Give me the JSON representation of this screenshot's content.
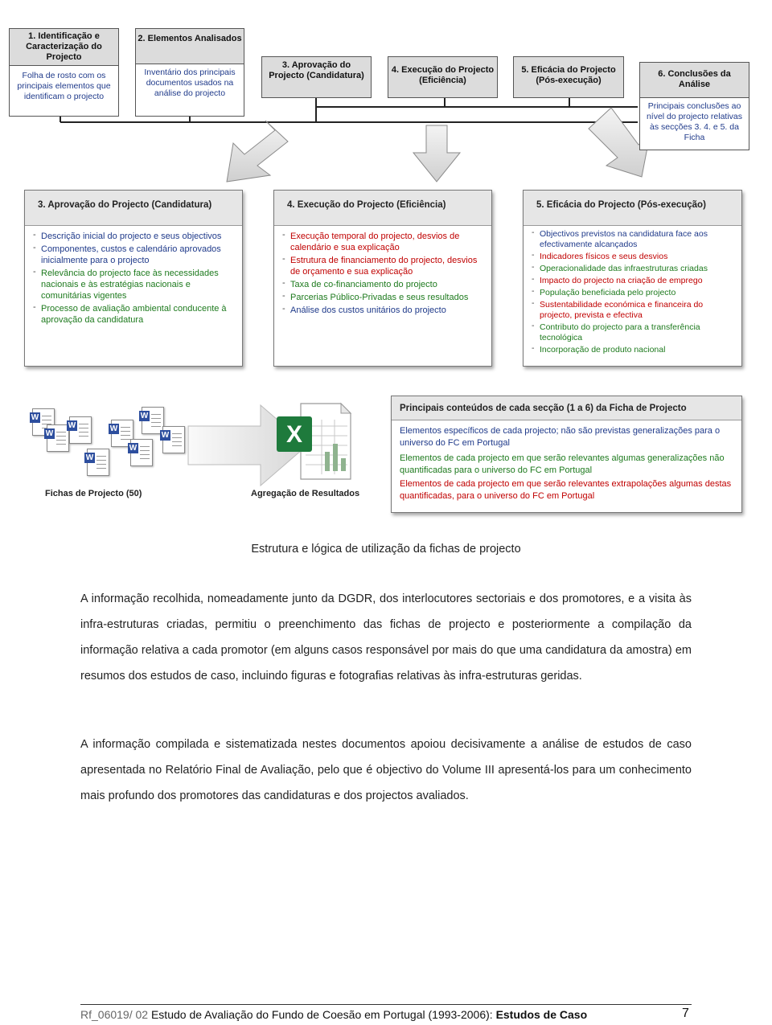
{
  "diagram": {
    "top_boxes": [
      {
        "title": "1. Identificação e Caracterização do Projecto",
        "body": "Folha de rosto com os principais elementos que identificam o projecto"
      },
      {
        "title": "2. Elementos Analisados",
        "body": "Inventário dos principais documentos usados na análise do projecto"
      },
      {
        "title": "3. Aprovação do Projecto (Candidatura)"
      },
      {
        "title": "4. Execução do Projecto (Eficiência)"
      },
      {
        "title": "5. Eficácia do Projecto (Pós-execução)"
      },
      {
        "title": "6. Conclusões da Análise",
        "body": "Principais conclusões ao nível do projecto relativas às secções 3. 4. e 5. da Ficha"
      }
    ],
    "detail_boxes": [
      {
        "title": "3. Aprovação do Projecto (Candidatura)",
        "items": [
          {
            "text": "Descrição inicial do projecto e seus objectivos",
            "color": "blue"
          },
          {
            "text": "Componentes, custos e calendário aprovados inicialmente para o projecto",
            "color": "blue"
          },
          {
            "text": "Relevância do projecto face às necessidades nacionais e às estratégias nacionais e comunitárias vigentes",
            "color": "green"
          },
          {
            "text": "Processo de avaliação ambiental conducente à aprovação da candidatura",
            "color": "green"
          }
        ]
      },
      {
        "title": "4. Execução do Projecto (Eficiência)",
        "items": [
          {
            "text": "Execução temporal do projecto, desvios de calendário e sua explicação",
            "color": "red"
          },
          {
            "text": "Estrutura de financiamento do projecto, desvios de orçamento e sua explicação",
            "color": "red"
          },
          {
            "text": "Taxa de co-financiamento do projecto",
            "color": "green"
          },
          {
            "text": "Parcerias Público-Privadas e seus resultados",
            "color": "green"
          },
          {
            "text": "Análise dos custos unitários do projecto",
            "color": "blue"
          }
        ]
      },
      {
        "title": "5. Eficácia do Projecto (Pós-execução)",
        "items": [
          {
            "text": "Objectivos previstos na candidatura face aos efectivamente alcançados",
            "color": "blue"
          },
          {
            "text": "Indicadores físicos e seus desvios",
            "color": "red"
          },
          {
            "text": "Operacionalidade das infraestruturas criadas",
            "color": "green"
          },
          {
            "text": "Impacto do projecto na criação de emprego",
            "color": "red"
          },
          {
            "text": "População beneficiada pelo projecto",
            "color": "green"
          },
          {
            "text": "Sustentabilidade económica e financeira do projecto, prevista e efectiva",
            "color": "red"
          },
          {
            "text": "Contributo do projecto para a transferência tecnológica",
            "color": "green"
          },
          {
            "text": "Incorporação de produto nacional",
            "color": "green"
          }
        ]
      }
    ],
    "fichas_label": "Fichas de Projecto (50)",
    "agregacao_label": "Agregação de Resultados",
    "legend": {
      "title": "Principais conteúdos de cada secção (1 a 6) da Ficha de Projecto",
      "items": [
        {
          "text": "Elementos específicos de cada projecto; não são previstas generalizações para o universo do FC em Portugal",
          "color": "blue"
        },
        {
          "text": "Elementos de cada projecto em que serão relevantes algumas generalizações não quantificadas para o universo do FC em Portugal",
          "color": "green"
        },
        {
          "text": "Elementos de cada projecto em que serão relevantes extrapolações algumas destas quantificadas, para o universo do FC em Portugal",
          "color": "red"
        }
      ]
    }
  },
  "caption": "Estrutura e lógica de utilização da fichas de projecto",
  "paragraphs": [
    "A informação recolhida, nomeadamente junto da DGDR, dos interlocutores sectoriais e dos promotores, e a visita às infra-estruturas criadas, permitiu o preenchimento das fichas de projecto e posteriormente a compilação da informação relativa a cada promotor (em alguns casos responsável por mais do que uma candidatura da amostra) em resumos dos estudos de caso, incluindo figuras e fotografias relativas às infra-estruturas geridas.",
    "A informação compilada e sistematizada nestes documentos apoiou decisivamente a análise de estudos de caso apresentada no Relatório Final de Avaliação, pelo que é objectivo do Volume III apresentá-los para um conhecimento mais profundo dos promotores das candidaturas e dos projectos avaliados."
  ],
  "footer": {
    "code": "Rf_06019/ 02",
    "title": "Estudo de Avaliação do Fundo de Coesão em Portugal (1993-2006):",
    "title_bold": "Estudos de Caso",
    "page": "7"
  },
  "colors": {
    "blue": "#1f3a8a",
    "green": "#1e7a1e",
    "red": "#c00000",
    "excel": "#1e7a3c",
    "word": "#2d4e9e"
  }
}
